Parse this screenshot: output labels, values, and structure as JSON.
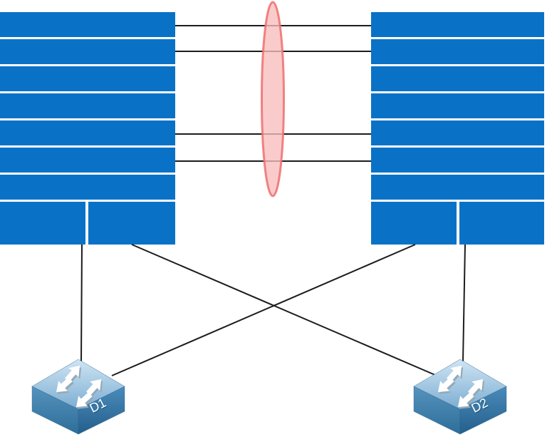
{
  "switches": [
    {
      "label": "D1"
    },
    {
      "label": "D2"
    }
  ],
  "chassis_left": {
    "slot_count": 7,
    "bottom_module_count": 2
  },
  "chassis_right": {
    "slot_count": 7,
    "bottom_module_count": 2
  },
  "inter_chassis_links": {
    "count": 4,
    "highlighted": true
  },
  "downlink_count": 4,
  "colors": {
    "chassis": "#0a72c6",
    "link": "#1c1c1c",
    "ellipse_fill": "#f9bcbc",
    "ellipse_stroke": "#ee6f6f",
    "switch_label": "#ffffff"
  }
}
